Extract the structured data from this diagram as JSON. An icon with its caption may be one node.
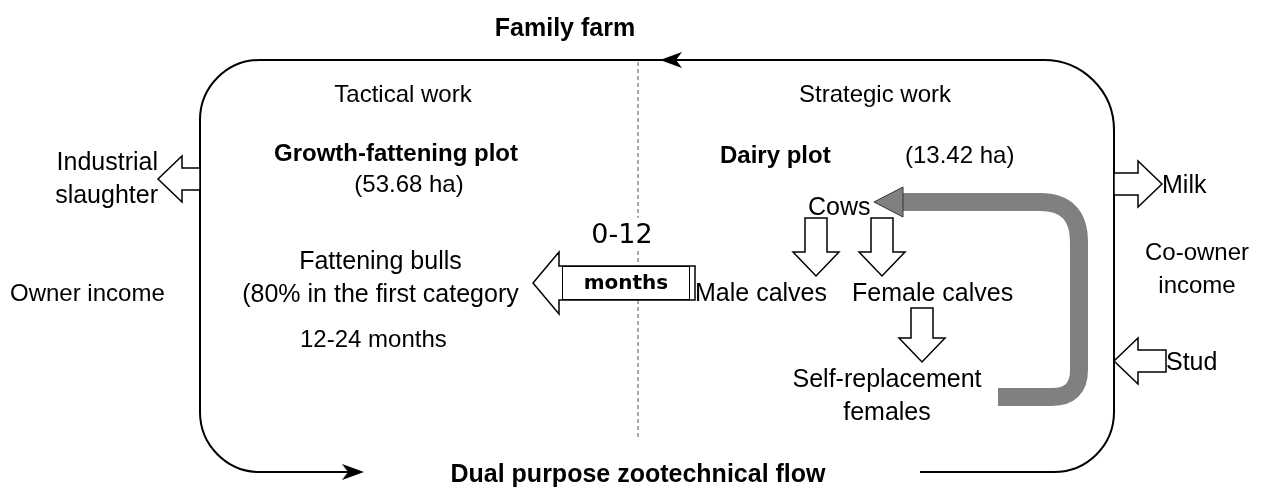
{
  "diagram": {
    "title": "Family farm",
    "caption": "Dual purpose zootechnical flow",
    "nodes": [
      {
        "text": [],
        "shape": "box"
      },
      {
        "text": [
          "Industrial slaughter"
        ]
      },
      {
        "text": [
          "Milk"
        ]
      },
      {
        "text": [
          "Cows"
        ],
        "in": 0
      },
      {
        "text": [
          "Fattening bulls",
          "(80% in the first category"
        ],
        "in": 0
      },
      {
        "text": [
          "Male calves"
        ],
        "in": 0
      },
      {
        "text": [
          "Female calves"
        ],
        "in": 0
      },
      {
        "text": [
          "Self-replacement females"
        ],
        "in": 0
      },
      {
        "text": [
          "Stud"
        ]
      }
    ],
    "edges": [
      {
        "from": 0,
        "to": 1,
        "arrow": "to"
      },
      {
        "from": 0,
        "to": 2,
        "arrow": "to"
      },
      {
        "from": 3,
        "to": 5,
        "arrow": "to"
      },
      {
        "from": 3,
        "to": 6,
        "arrow": "to"
      },
      {
        "from": 5,
        "to": 4,
        "arrow": "to",
        "label": "months"
      },
      {
        "from": 6,
        "to": 7,
        "arrow": "to"
      },
      {
        "from": 7,
        "to": 3,
        "arrow": "to",
        "color": "#808080"
      },
      {
        "from": 8,
        "to": 0,
        "arrow": "to"
      }
    ],
    "labels": [
      "Tactical work",
      "Strategic work",
      "Growth-fattening plot",
      "Dairy plot",
      "(13.42 ha)",
      "(53.68 ha)",
      "0-12",
      "Co-owner income",
      "Owner income",
      "12-24 months"
    ]
  }
}
